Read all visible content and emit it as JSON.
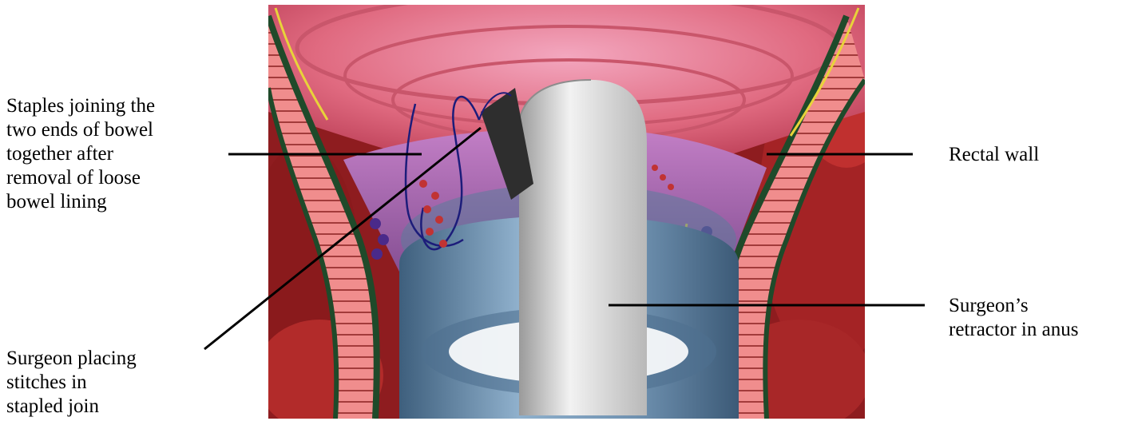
{
  "labels": {
    "staples": [
      "Staples joining the",
      "two ends of bowel",
      "together after",
      "removal of loose",
      "bowel lining"
    ],
    "rectal_wall": [
      "Rectal wall"
    ],
    "retractor": [
      "Surgeon’s",
      "retractor in anus"
    ],
    "stitches": [
      "Surgeon placing",
      "stitches in",
      "stapled join"
    ]
  },
  "colors": {
    "background": "#ffffff",
    "tissue_pink": "#e8727f",
    "tissue_dark": "#7a0f16",
    "lining_purple": "#9a5aa8",
    "retractor_blue": "#6e8fae",
    "instrument_white": "#e6e6e6",
    "leader_line": "#000000"
  }
}
